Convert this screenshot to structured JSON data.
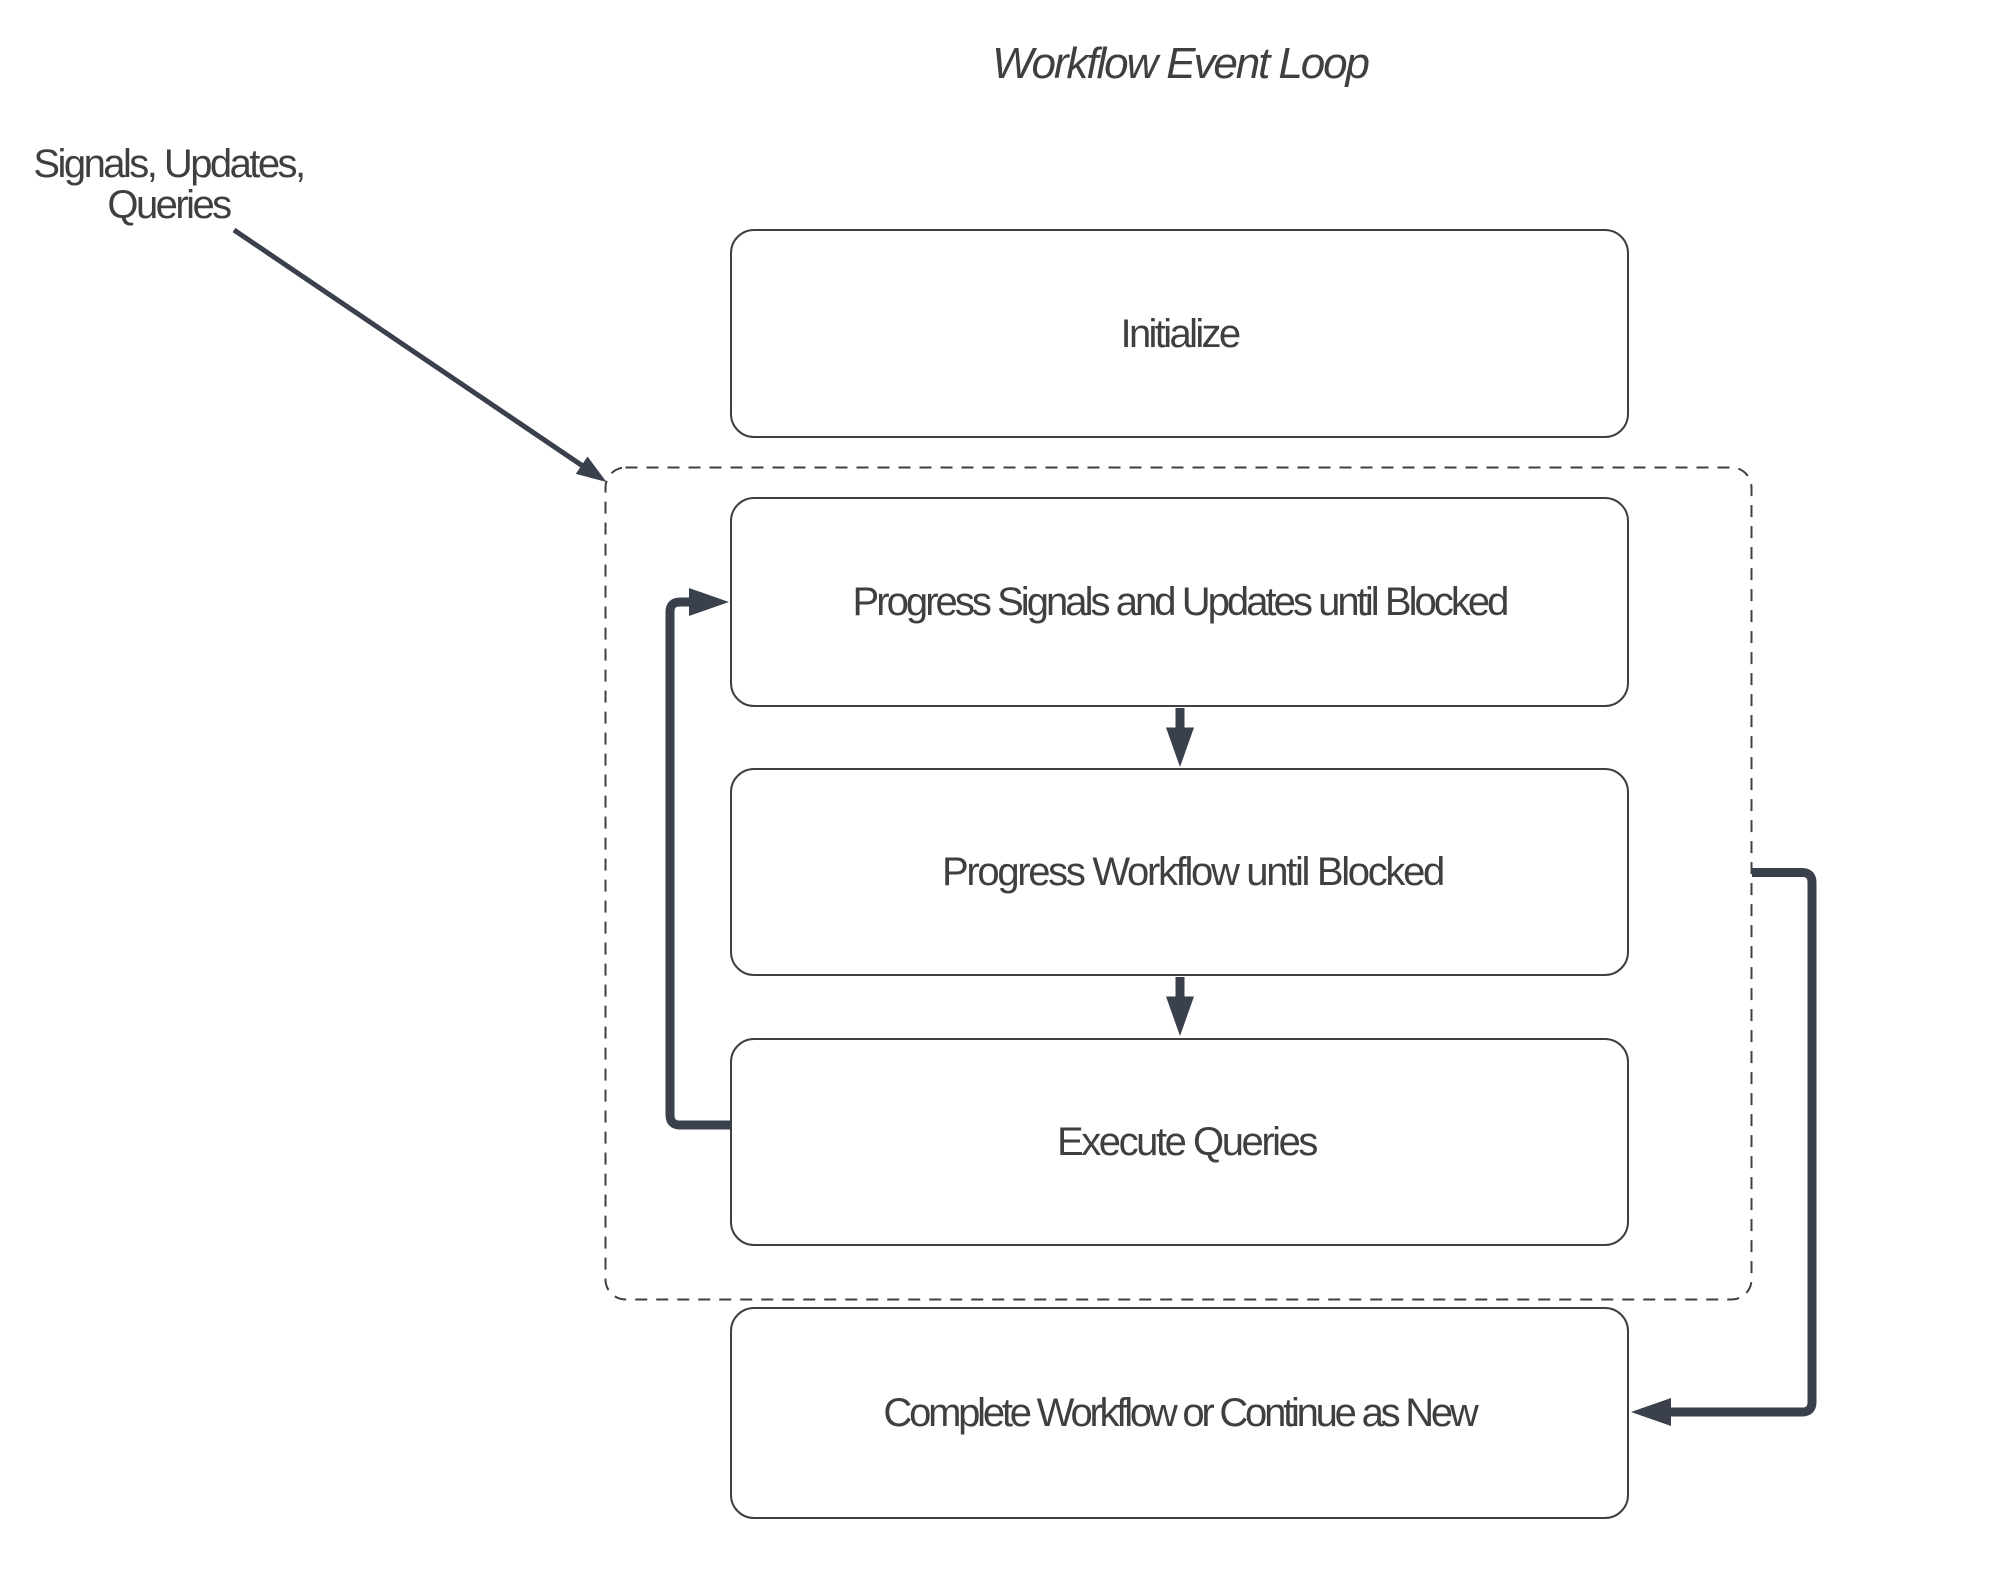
{
  "title": "Workflow Event Loop",
  "annotation": {
    "line1": "Signals, Updates,",
    "line2": "Queries"
  },
  "nodes": {
    "initialize": "Initialize",
    "progressSignals": "Progress Signals and Updates until Blocked",
    "progressWorkflow": "Progress Workflow until Blocked",
    "executeQueries": "Execute Queries",
    "complete": "Complete Workflow or Continue as New"
  },
  "edges": [
    {
      "from": "annotation",
      "to": "event-loop-group",
      "style": "thin-diagonal-arrow"
    },
    {
      "from": "progressSignals",
      "to": "progressWorkflow",
      "style": "thick-down-arrow"
    },
    {
      "from": "progressWorkflow",
      "to": "executeQueries",
      "style": "thick-down-arrow"
    },
    {
      "from": "executeQueries",
      "to": "progressSignals",
      "style": "thick-loop-left"
    },
    {
      "from": "event-loop-group",
      "to": "complete",
      "style": "thick-elbow-right"
    }
  ],
  "colors": {
    "background": "#ffffff",
    "connector": "#3a414c",
    "box_border": "#3c4043",
    "group_border": "#3c4043",
    "text": "#3f3f3f"
  }
}
